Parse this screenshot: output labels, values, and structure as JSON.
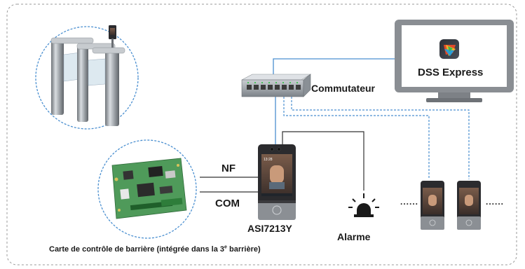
{
  "labels": {
    "nf": "NF",
    "com": "COM",
    "switch": "Commutateur",
    "device": "ASI7213Y",
    "alarm": "Alarme",
    "software": "DSS Express",
    "caption_before": "Carte de contrôle de barrière (intégrée dans la 3",
    "caption_sup": "e",
    "caption_after": " barrière)",
    "ellipsis": "......",
    "screen_time": "13:28"
  },
  "colors": {
    "network_line": "#4a8fd0",
    "wire_line": "#333333",
    "frame_border": "#9a9a9a",
    "monitor_body": "#8a8e93",
    "monitor_screen": "#ffffff",
    "pcb_green": "#4f9a5a",
    "device_body": "#2b2b2e"
  },
  "icons": {
    "turnstile": "turnstile-gate-image",
    "control_board": "circuit-board-image",
    "switch": "network-switch-icon",
    "monitor": "monitor-icon",
    "app": "dss-app-icon",
    "alarm": "alarm-beacon-icon",
    "terminal": "face-recognition-terminal-icon"
  }
}
